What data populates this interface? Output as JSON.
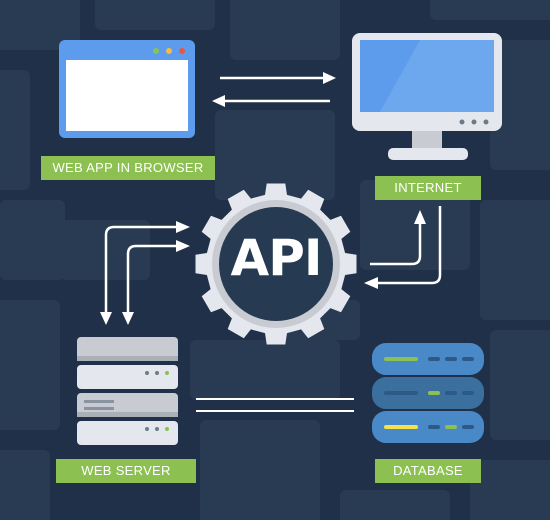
{
  "labels": {
    "web_app": "WEB APP IN BROWSER",
    "internet": "INTERNET",
    "web_server": "WEB SERVER",
    "database": "DATABASE"
  },
  "api_label": "API",
  "colors": {
    "background": "#1f3048",
    "tile": "#2a3d55",
    "label_green": "#8cc152",
    "arrow": "#ffffff",
    "gear": "#e4e8ee",
    "gear_inner": "#263a52",
    "screen_blue": "#5d9cec",
    "db_blue": "#4a89c8",
    "server_gray": "#c8ccd2"
  },
  "icons": [
    "browser-window-icon",
    "monitor-icon",
    "gear-icon",
    "server-rack-icon",
    "database-icon"
  ]
}
